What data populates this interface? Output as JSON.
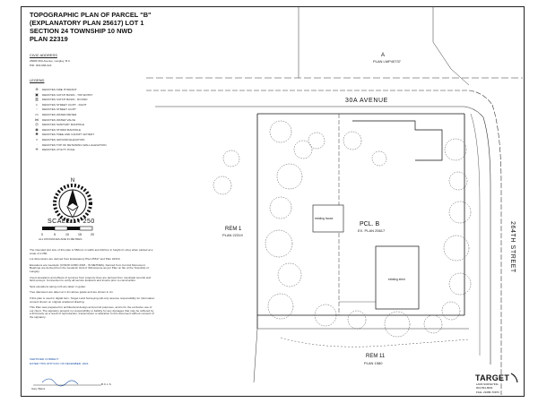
{
  "title_block": {
    "line1": "TOPOGRAPHIC PLAN OF PARCEL \"B\"",
    "line2": "(EXPLANATORY PLAN 25617) LOT 1",
    "line3": "SECTION 24 TOWNSHIP 10 NWD",
    "line4": "PLAN 22319"
  },
  "civic": {
    "heading": "CIVIC ADDRESS",
    "line1": "26080 30A Avenue, Langley, B.C.",
    "line2": "PID: 003-038-024"
  },
  "legend": {
    "heading": "LEGEND",
    "items": [
      {
        "symbol": "⊕",
        "text": "DENOTES FIRE HYDRANT"
      },
      {
        "symbol": "▣",
        "text": "DENOTES CATCH BASIN - TOP ENTRY"
      },
      {
        "symbol": "▥",
        "text": "DENOTES CATCH BASIN - ROUND"
      },
      {
        "symbol": "☼",
        "text": "DENOTES STREET LIGHT - DAVIT"
      },
      {
        "symbol": "◦",
        "text": "DENOTES STREET LIGHT"
      },
      {
        "symbol": "▭",
        "text": "DENOTES WATER METER"
      },
      {
        "symbol": "⋈",
        "text": "DENOTES WATER VALVE"
      },
      {
        "symbol": "◎",
        "text": "DENOTES SANITARY MANHOLE"
      },
      {
        "symbol": "◉",
        "text": "DENOTES STORM MANHOLE"
      },
      {
        "symbol": "✱",
        "text": "DENOTES TREE AND CANOPY EXTENT"
      },
      {
        "symbol": "×",
        "text": "DENOTES GROUND ELEVATION"
      },
      {
        "symbol": "ᐧ",
        "text": "DENOTES TOP OF RETAINING WALL ELEVATION"
      },
      {
        "symbol": "✛",
        "text": "DENOTES UTILITY POLE"
      }
    ]
  },
  "scale": {
    "label": "SCALE  1 : 250",
    "ticks": [
      "0",
      "5",
      "10",
      "15",
      "20"
    ],
    "units_note": "ALL DISTANCES ARE IN METRES"
  },
  "notes": [
    "The intended plot size of this plan is 560mm in width and 432mm in height (C size) when plotted at a scale of 1:250.",
    "Lot dimensions are derived from Explanatory Plan 25617 and Plan 22319.",
    "Elevations are Geodetic (CVD28 GVRD 2018 - IN METRES). Derived from Control Monument. Bearings are derived from the Geodetic Grid of 30A Avenue as per Plan on file of the Township of Langley.",
    "Invert elevations and offsets of services from property lines are derived from municipal records and field surveys. Connection to verify all service locations and inverts prior to construction.",
    "Spot elevations along curb are taken in gutter.",
    "Tree diameters are taken at 1.4m above grade and are shown in cm.",
    "If this plan is used in digital form, Target Land Surveying will only assume responsibility for information content shown on original unaltered drawing.",
    "This Plan was prepared for architectural design and permit purposes, and is for the exclusive use of our client. The signatory accepts no responsibility or liability for any damages that may be suffered by a third party as a result of reproduction, transmission or alteration to this document without consent of the signatory."
  ],
  "certification": {
    "heading": "CERTIFIED CORRECT",
    "dated": "DATED THIS 20TH DAY OF DECEMBER, 2021.",
    "signature_caption": "B.C.L.S.",
    "surveyor": "Gary Bains"
  },
  "map": {
    "road_30a": "30A AVENUE",
    "road_264": "264TH STREET",
    "lot_a": "A",
    "lot_a_plan": "PLAN LMP40737",
    "rem1": "REM 1",
    "rem1_plan": "PLAN 22319",
    "pcl_b": "PCL. B",
    "pcl_b_plan": "EX. PLAN 25617",
    "rem11": "REM 11",
    "rem11_plan": "PLAN 1580",
    "building1": "existing house",
    "building2": "existing shed",
    "north": "N"
  },
  "firm": {
    "name": "TARGET",
    "subtitle": "LAND SURVEYING",
    "phone": "604-591-8021",
    "file": "FILE: 21086-TOPO"
  }
}
